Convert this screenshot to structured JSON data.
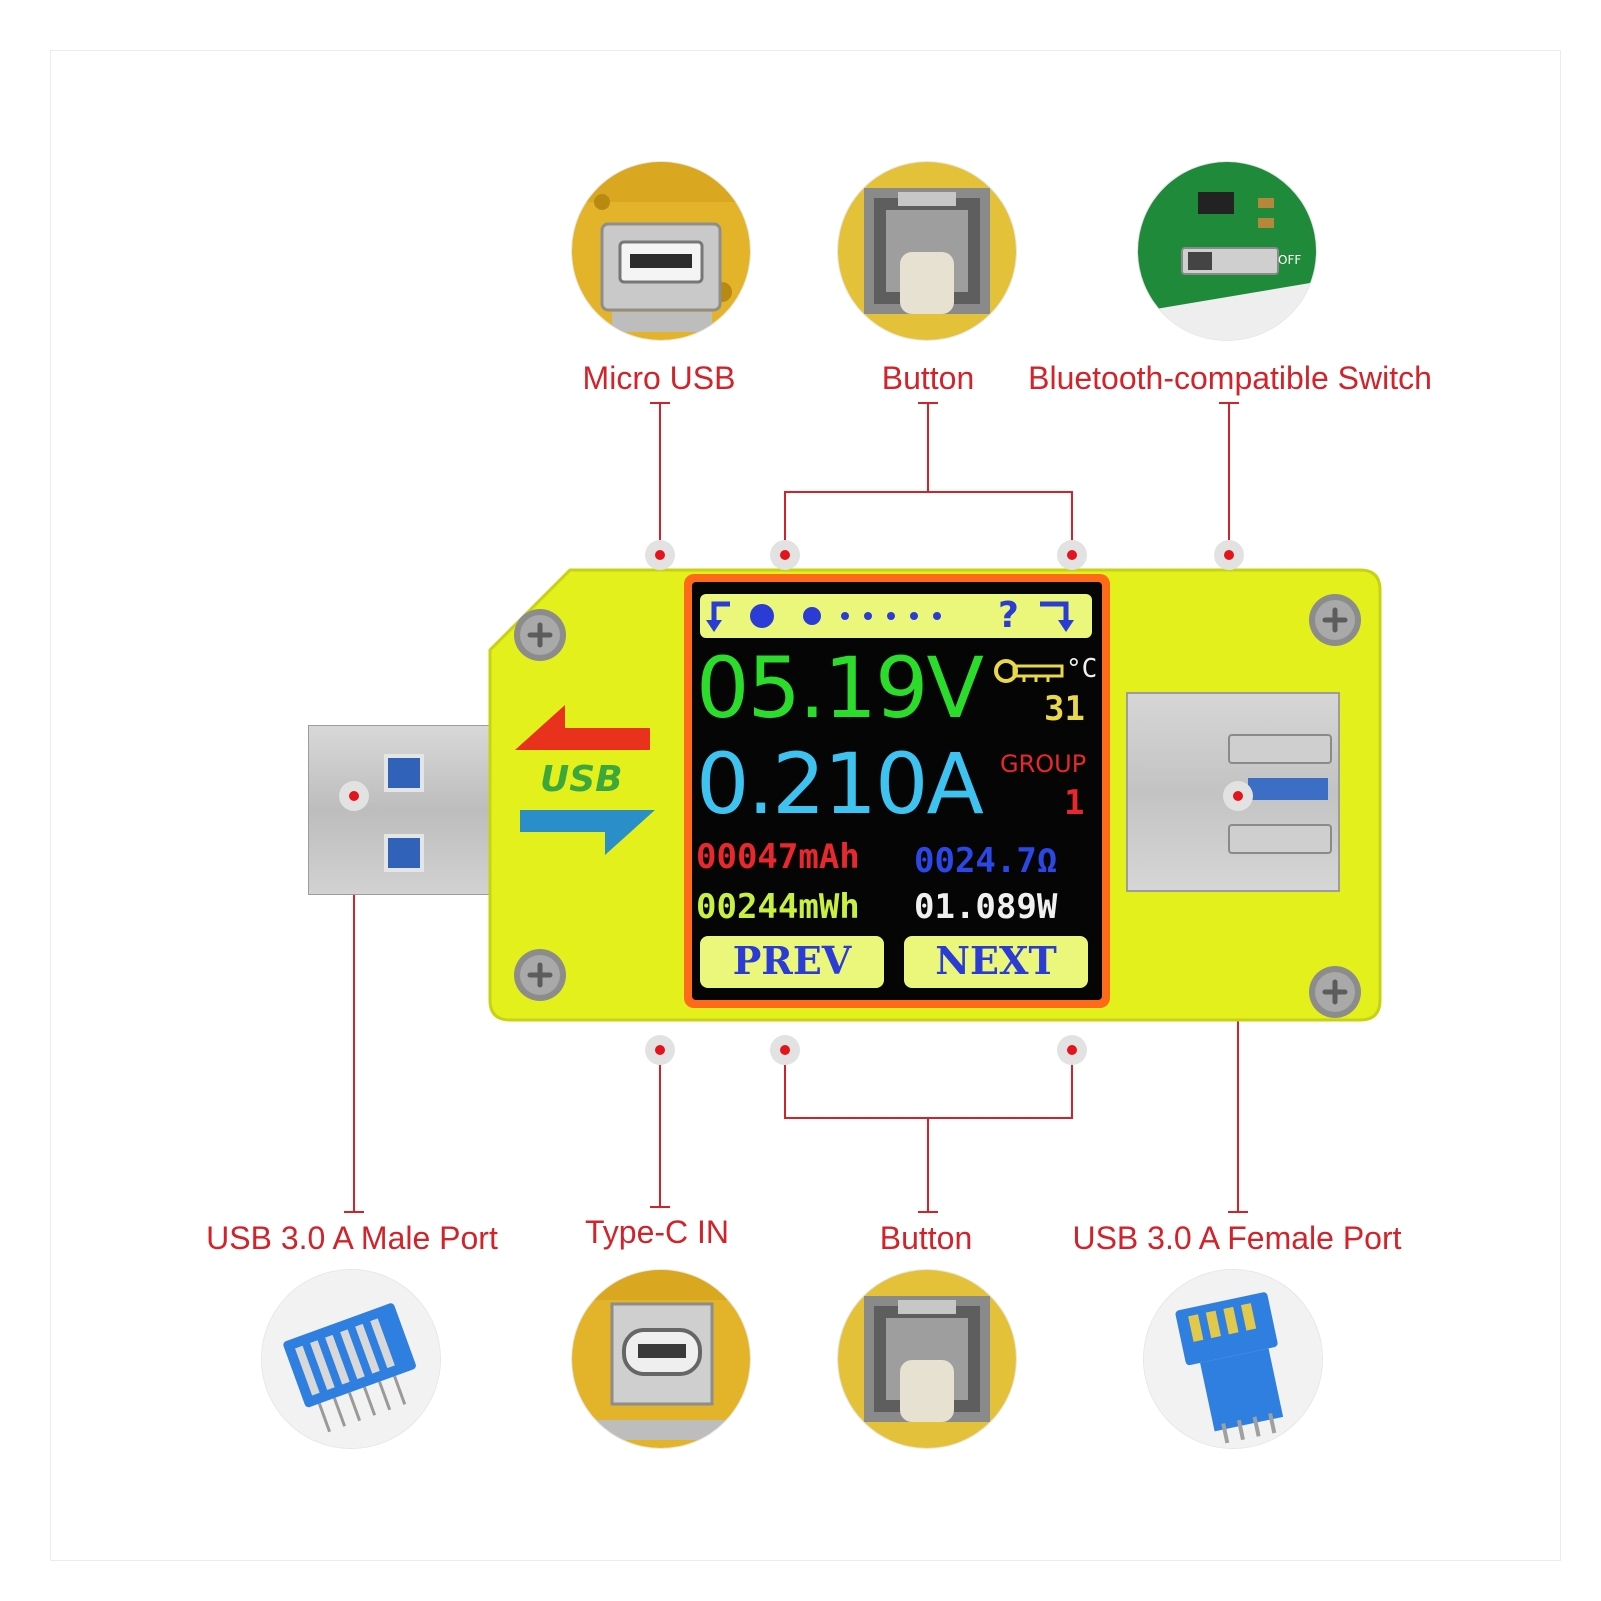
{
  "labels": {
    "micro_usb": "Micro USB",
    "button_top": "Button",
    "bt_switch": "Bluetooth-compatible Switch",
    "usb_male": "USB 3.0 A Male Port",
    "type_c": "Type-C IN",
    "button_bottom": "Button",
    "usb_female": "USB 3.0 A Female Port"
  },
  "screen": {
    "voltage": "05.19V",
    "temp_unit": "°C",
    "temperature": "31",
    "current": "0.210A",
    "group_label": "GROUP",
    "group_value": "1",
    "capacity": "00047mAh",
    "resistance": "0024.7Ω",
    "energy": "00244mWh",
    "power": "01.089W",
    "prev": "PREV",
    "next": "NEXT",
    "help": "?"
  },
  "logo": {
    "text": "USB"
  },
  "colors": {
    "label_red": "#d2232a",
    "board_yellow": "#e3f01c",
    "voltage_green": "#2bdc2b",
    "current_cyan": "#3ec3f0",
    "capacity_red": "#e8282c",
    "resistance_blue": "#2b47e6",
    "energy_yellow": "#c8f040",
    "power_white": "#f0f0f0",
    "softkey_blue": "#2b3bd6"
  },
  "icons": [
    "micro-usb-photo-icon",
    "tact-button-photo-icon",
    "slide-switch-photo-icon",
    "usb3-male-pins-photo-icon",
    "type-c-photo-icon",
    "usb3-female-pins-photo-icon",
    "thermometer-icon",
    "usb-arrows-logo-icon"
  ]
}
